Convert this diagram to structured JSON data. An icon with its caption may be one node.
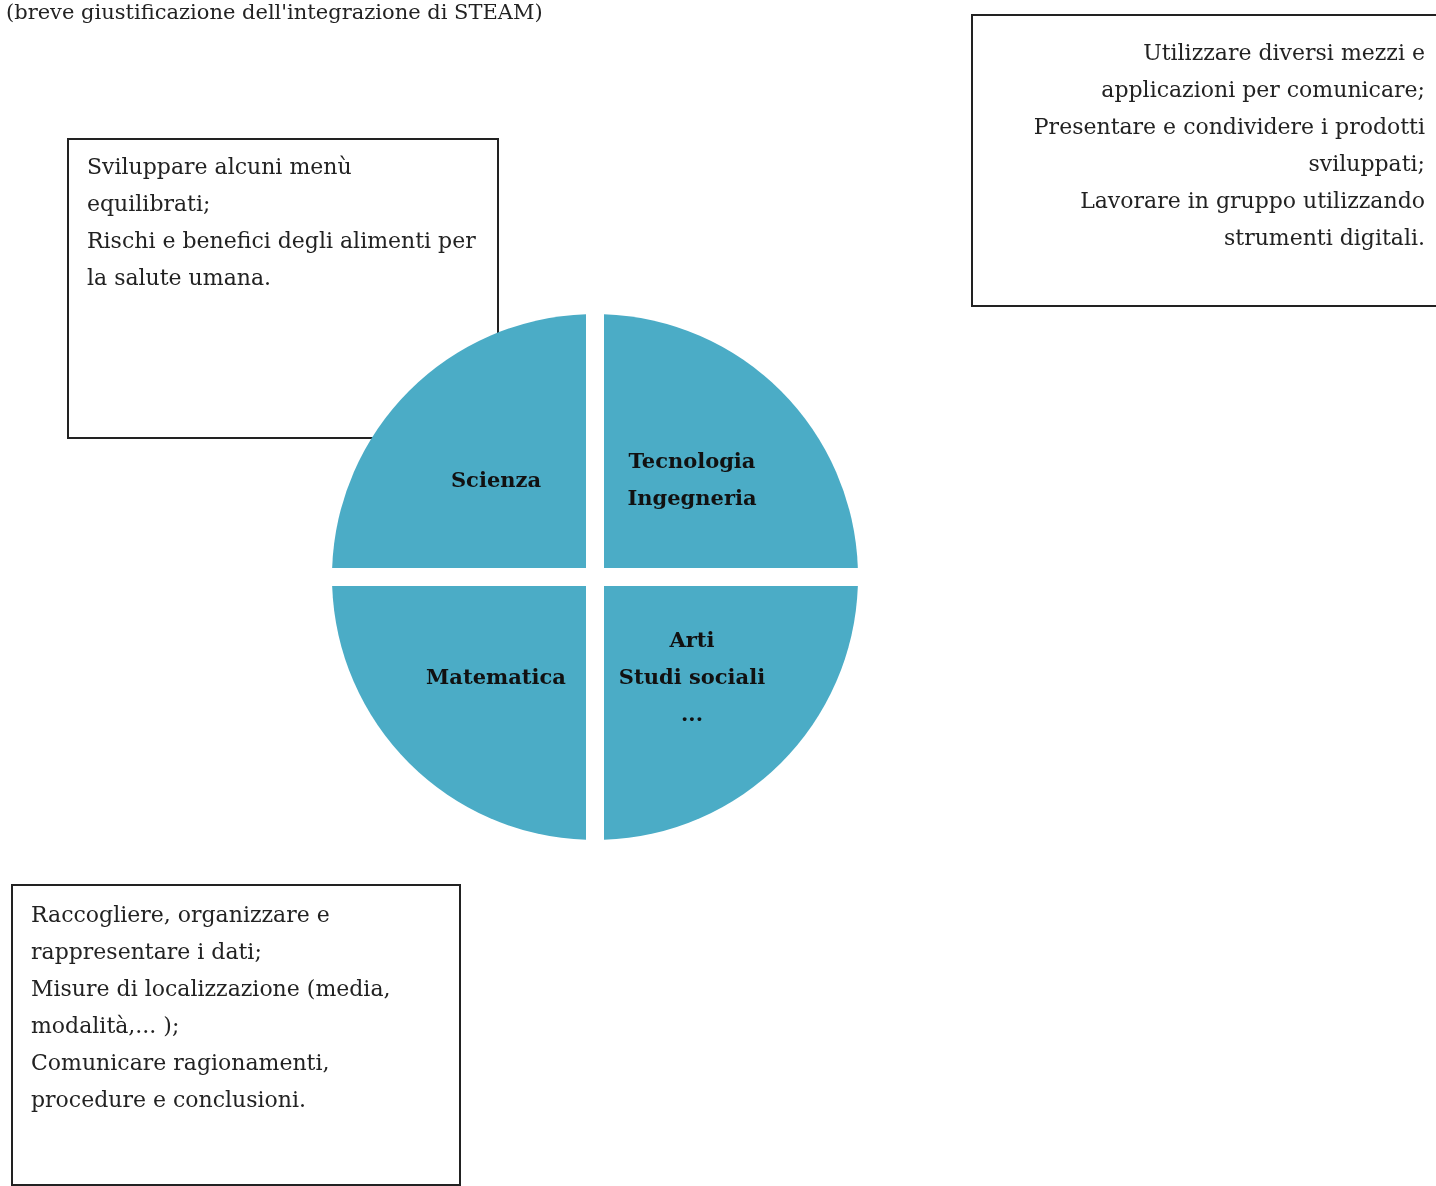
{
  "diagram": {
    "nodes": [
      {
        "text": [
          "Sviluppare alcuni menù equilibrati;",
          "Rischi e benefici degli alimenti per la salute umana."
        ]
      },
      {
        "text": [
          "Utilizzare diversi mezzi e applicazioni per comunicare;",
          "Presentare e condividere i prodotti sviluppati;",
          "Lavorare in gruppo utilizzando strumenti digitali."
        ]
      },
      {
        "text": [
          "Raccogliere, organizzare e rappresentare i dati;",
          "Misure di localizzazione (media, modalità,... );",
          "Comunicare ragionamenti, procedure e conclusioni."
        ]
      },
      {
        "text": [
          "Scienza"
        ]
      },
      {
        "text": [
          "Tecnologia",
          "Ingegneria"
        ]
      },
      {
        "text": [
          "Matematica"
        ]
      },
      {
        "text": [
          "Arti",
          "Studi sociali",
          "..."
        ]
      }
    ],
    "labels": [
      "(breve giustificazione dell'integrazione di STEAM)"
    ]
  }
}
